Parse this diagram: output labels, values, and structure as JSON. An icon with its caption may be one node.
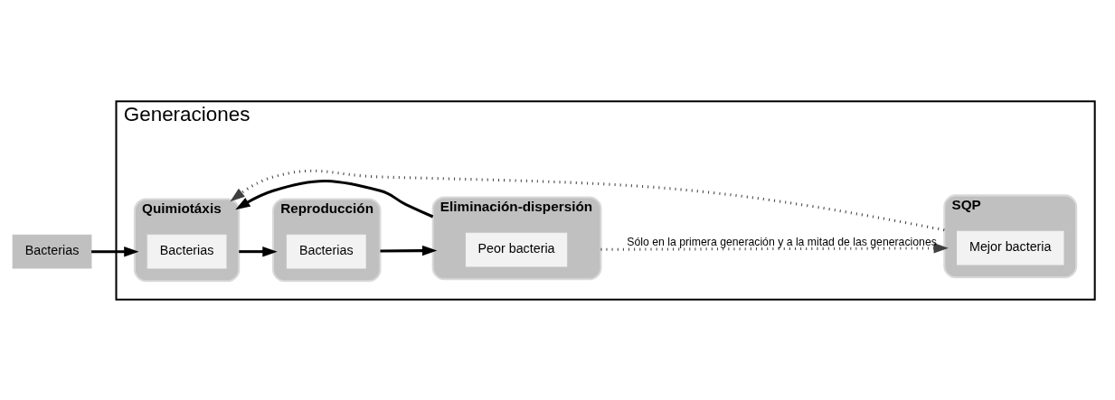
{
  "diagram": {
    "nodes": [
      {
        "text": [
          "Bacterias"
        ]
      },
      {
        "text": [
          "Generaciones"
        ]
      },
      {
        "text": [
          "Quimiotáxis"
        ],
        "in": 1
      },
      {
        "text": [
          "Bacterias"
        ],
        "in": 2
      },
      {
        "text": [
          "Reproducción"
        ],
        "in": 1
      },
      {
        "text": [
          "Bacterias"
        ],
        "in": 4
      },
      {
        "text": [
          "Eliminación-dispersión"
        ],
        "in": 1
      },
      {
        "text": [
          "Peor bacteria"
        ],
        "in": 6
      },
      {
        "text": [
          "SQP"
        ],
        "in": 1
      },
      {
        "text": [
          "Mejor bacteria"
        ],
        "in": 8
      }
    ],
    "edges": [
      {
        "from": 0,
        "to": 2,
        "arrow": "to"
      },
      {
        "from": 2,
        "to": 4,
        "arrow": "to"
      },
      {
        "from": 4,
        "to": 6,
        "arrow": "to"
      },
      {
        "from": 6,
        "to": 8,
        "arrow": "to",
        "style": "dashed",
        "label": "Sólo en la primera generación y a la mitad de las generaciones"
      },
      {
        "from": 6,
        "to": 2,
        "arrow": "to"
      },
      {
        "from": 8,
        "to": 2,
        "arrow": "to",
        "style": "dashed"
      }
    ]
  }
}
